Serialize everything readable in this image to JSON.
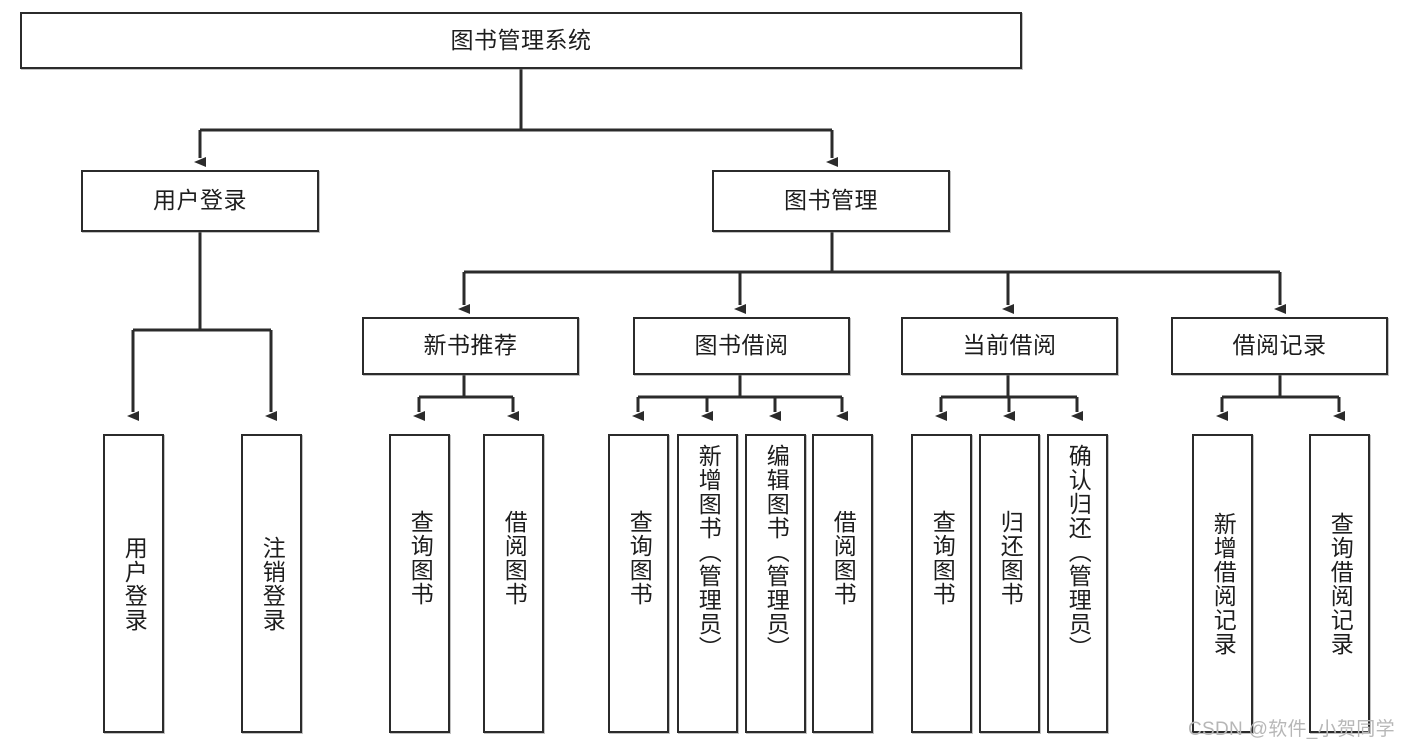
{
  "diagram": {
    "type": "tree",
    "title": "图书管理系统",
    "watermark": "CSDN @软件_小贺同学",
    "colors": {
      "stroke": "#2b2b2b",
      "fill": "#ffffff",
      "text": "#1d1d1d",
      "watermark": "#b7b7b7"
    },
    "nodes": {
      "root": {
        "label": "图书管理系统"
      },
      "level2": [
        {
          "label": "用户登录"
        },
        {
          "label": "图书管理"
        }
      ],
      "level3": [
        {
          "label": "新书推荐"
        },
        {
          "label": "图书借阅"
        },
        {
          "label": "当前借阅"
        },
        {
          "label": "借阅记录"
        }
      ],
      "leaves": {
        "user_login": [
          {
            "label": "用户登录"
          },
          {
            "label": "注销登录"
          }
        ],
        "new_book": [
          {
            "label": "查询图书"
          },
          {
            "label": "借阅图书"
          }
        ],
        "book_borrow": [
          {
            "label": "查询图书"
          },
          {
            "label": "新增图书（管理员）"
          },
          {
            "label": "编辑图书（管理员）"
          },
          {
            "label": "借阅图书"
          }
        ],
        "current_borrow": [
          {
            "label": "查询图书"
          },
          {
            "label": "归还图书"
          },
          {
            "label": "确认归还（管理员）"
          }
        ],
        "borrow_record": [
          {
            "label": "新增借阅记录"
          },
          {
            "label": "查询借阅记录"
          }
        ]
      }
    }
  }
}
